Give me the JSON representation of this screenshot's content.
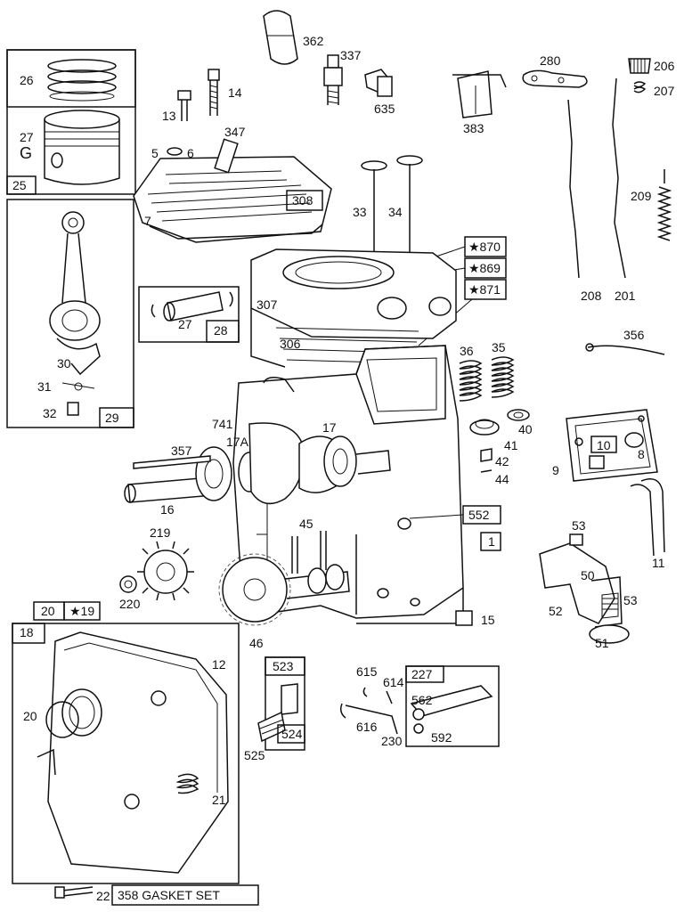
{
  "labels": {
    "l26": "26",
    "l27a": "27",
    "lG": "G",
    "l25": "25",
    "l13": "13",
    "l14": "14",
    "l362": "362",
    "l337": "337",
    "l635": "635",
    "l383": "383",
    "l280": "280",
    "l206": "206",
    "l207": "207",
    "l347": "347",
    "l5": "5",
    "l6": "6",
    "l308": "308",
    "l7": "7",
    "l33": "33",
    "l34": "34",
    "l870": "★870",
    "l869": "★869",
    "l871": "★871",
    "l209": "209",
    "l208": "208",
    "l201": "201",
    "l307": "307",
    "l306": "306",
    "l28": "28",
    "l27b": "27",
    "l30": "30",
    "l31": "31",
    "l32": "32",
    "l29": "29",
    "l36": "36",
    "l35": "35",
    "l356": "356",
    "l741": "741",
    "l17A": "17A",
    "l17": "17",
    "l357": "357",
    "l16": "16",
    "l41": "41",
    "l40": "40",
    "l42": "42",
    "l44": "44",
    "l9": "9",
    "l10": "10",
    "l8": "8",
    "l552": "552",
    "l1": "1",
    "l45": "45",
    "l219": "219",
    "l220": "220",
    "l46": "46",
    "l15": "15",
    "l53a": "53",
    "l50": "50",
    "l53b": "53",
    "l52": "52",
    "l51": "51",
    "l11": "11",
    "l20box": "20",
    "l19": "★19",
    "l18": "18",
    "l12": "12",
    "l20": "20",
    "l21": "21",
    "l523": "523",
    "l524": "524",
    "l525": "525",
    "l615": "615",
    "l614": "614",
    "l227": "227",
    "l562": "562",
    "l616": "616",
    "l230": "230",
    "l592": "592",
    "l22": "22",
    "l358": "358 GASKET SET"
  },
  "icons": [
    "piston-ring-icon",
    "piston-icon",
    "connecting-rod-icon",
    "cylinder-head-icon",
    "spark-plug-icon",
    "crankshaft-icon",
    "gear-icon",
    "spring-icon",
    "valve-icon",
    "crankcase-cover-icon"
  ]
}
